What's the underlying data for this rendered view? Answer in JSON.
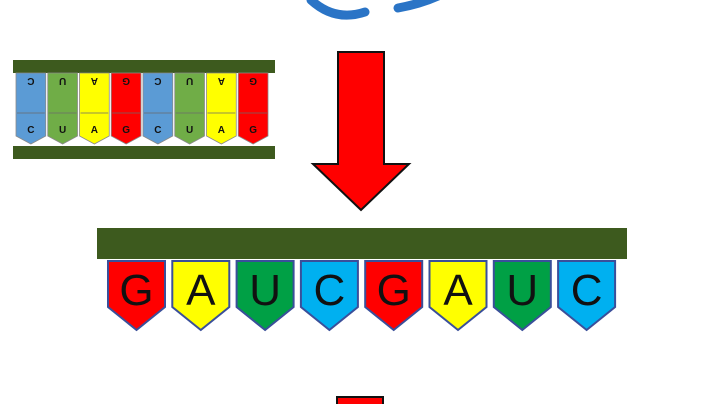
{
  "colors": {
    "backbone": "#3d5a1e",
    "arrow": "#ff0000",
    "arrow_outline": "#111111",
    "cycle_arc": "#2a74c6",
    "outline": "#3a4f9a",
    "G": "#ff0000",
    "A": "#ffff00",
    "U": "#00a045",
    "C": "#00b0f0",
    "dna_C": "#5b9bd5",
    "dna_U": "#70ad47",
    "dna_A": "#ffff00",
    "dna_G": "#ff0000"
  },
  "icons": {
    "top": "cycle-arc-icon",
    "middle": "down-arrow-icon",
    "bottom": "down-arrow-icon"
  },
  "double_strand": {
    "top_row": [
      "C",
      "U",
      "A",
      "G",
      "C",
      "U",
      "A",
      "G"
    ],
    "bottom_row": [
      "C",
      "U",
      "A",
      "G",
      "C",
      "U",
      "A",
      "G"
    ],
    "column_colors": [
      "dna_C",
      "dna_U",
      "dna_A",
      "dna_G",
      "dna_C",
      "dna_U",
      "dna_A",
      "dna_G"
    ]
  },
  "single_strand": {
    "bases": [
      "G",
      "A",
      "U",
      "C",
      "G",
      "A",
      "U",
      "C"
    ]
  }
}
